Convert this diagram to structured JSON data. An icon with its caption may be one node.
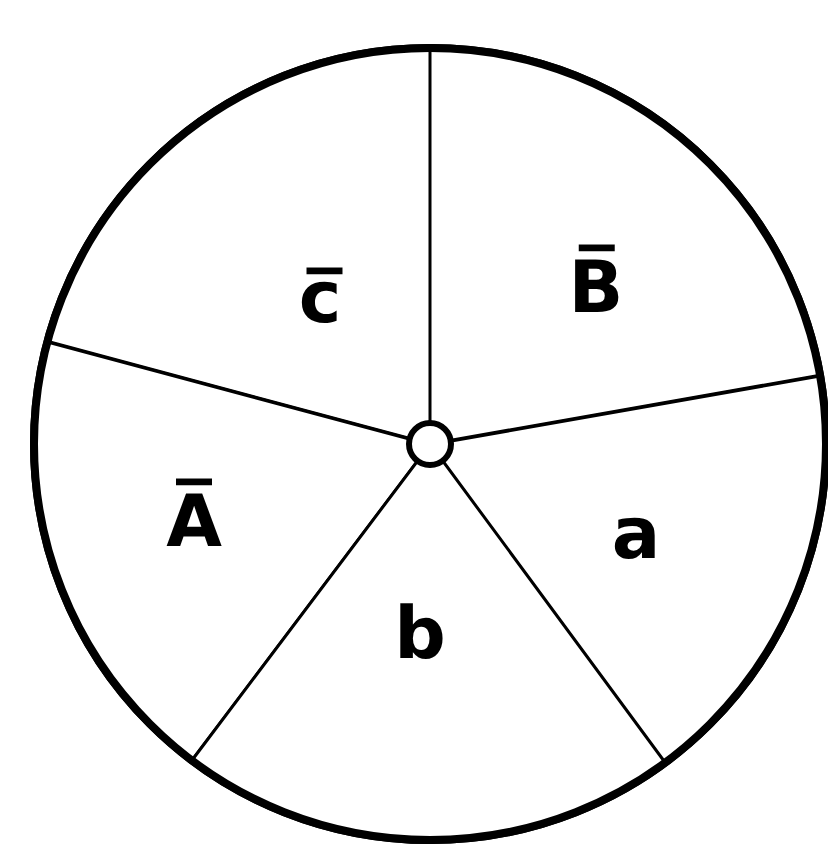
{
  "diagram": {
    "nodes": [
      {
        "text": [
          "c̅"
        ]
      },
      {
        "text": [
          "B̅"
        ]
      },
      {
        "text": [
          "A̅"
        ]
      },
      {
        "text": [
          "a"
        ]
      },
      {
        "text": [
          "b"
        ]
      },
      {
        "text": [],
        "shape": "circle"
      }
    ],
    "edges": []
  }
}
